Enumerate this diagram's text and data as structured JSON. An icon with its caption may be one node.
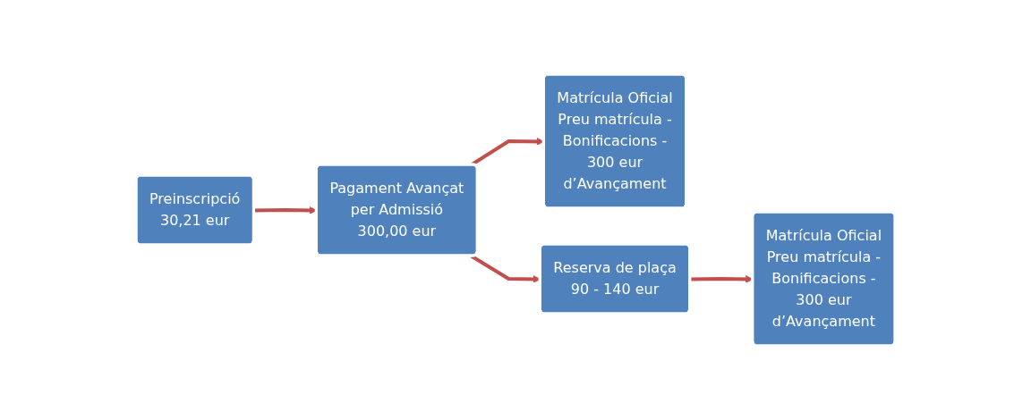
{
  "diagram": {
    "nodes": [
      {
        "text": [
          "Preinscripció 30,21 eur"
        ]
      },
      {
        "text": [
          "Pagament Avançat per Admissió 300,00 eur"
        ]
      },
      {
        "text": [
          "Matrícula Oficial",
          "Preu matrícula - Bonificacions - 300 eur d’Avançament"
        ]
      },
      {
        "text": [
          "Reserva de plaça 90 - 140 eur"
        ]
      },
      {
        "text": [
          "Matrícula Oficial",
          "Preu matrícula - Bonificacions - 300 eur d’Avançament"
        ]
      }
    ],
    "edges": [
      {
        "from": 0,
        "to": 1,
        "arrow": "to"
      },
      {
        "from": 1,
        "to": 2,
        "arrow": "to"
      },
      {
        "from": 1,
        "to": 3,
        "arrow": "to"
      },
      {
        "from": 3,
        "to": 4,
        "arrow": "to"
      }
    ]
  }
}
